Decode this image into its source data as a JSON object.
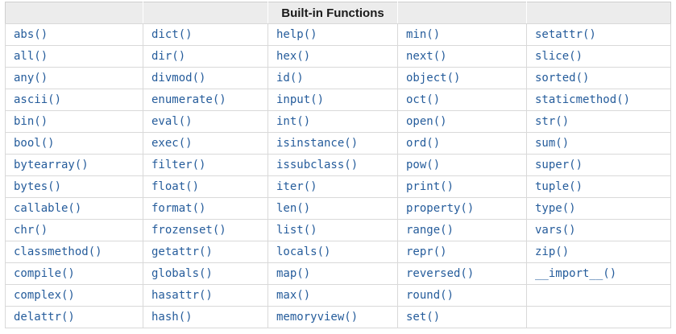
{
  "colors": {
    "link": "#255c9b",
    "header_bg": "#ececec",
    "border": "#d9d9d9",
    "outer_border": "#cfcfcf",
    "header_text": "#1a1a1a"
  },
  "table": {
    "title": "Built-in Functions",
    "rows": [
      [
        "abs()",
        "dict()",
        "help()",
        "min()",
        "setattr()"
      ],
      [
        "all()",
        "dir()",
        "hex()",
        "next()",
        "slice()"
      ],
      [
        "any()",
        "divmod()",
        "id()",
        "object()",
        "sorted()"
      ],
      [
        "ascii()",
        "enumerate()",
        "input()",
        "oct()",
        "staticmethod()"
      ],
      [
        "bin()",
        "eval()",
        "int()",
        "open()",
        "str()"
      ],
      [
        "bool()",
        "exec()",
        "isinstance()",
        "ord()",
        "sum()"
      ],
      [
        "bytearray()",
        "filter()",
        "issubclass()",
        "pow()",
        "super()"
      ],
      [
        "bytes()",
        "float()",
        "iter()",
        "print()",
        "tuple()"
      ],
      [
        "callable()",
        "format()",
        "len()",
        "property()",
        "type()"
      ],
      [
        "chr()",
        "frozenset()",
        "list()",
        "range()",
        "vars()"
      ],
      [
        "classmethod()",
        "getattr()",
        "locals()",
        "repr()",
        "zip()"
      ],
      [
        "compile()",
        "globals()",
        "map()",
        "reversed()",
        "__import__()"
      ],
      [
        "complex()",
        "hasattr()",
        "max()",
        "round()",
        ""
      ],
      [
        "delattr()",
        "hash()",
        "memoryview()",
        "set()",
        ""
      ]
    ]
  }
}
